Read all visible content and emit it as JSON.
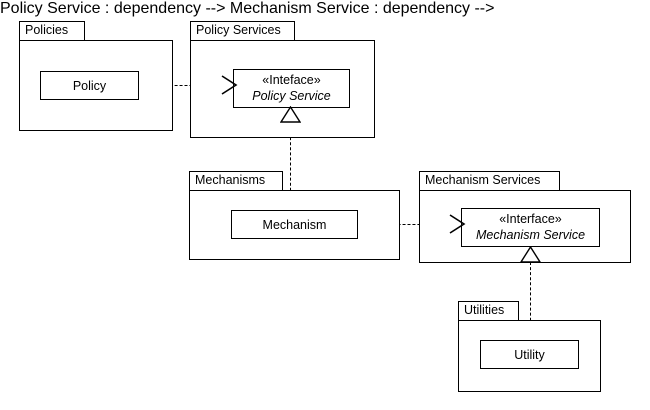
{
  "diagram": {
    "kind": "uml-package-diagram",
    "background_color": "#ffffff",
    "line_color": "#000000",
    "packages": [
      {
        "id": "policies",
        "label": "Policies"
      },
      {
        "id": "policy-services",
        "label": "Policy Services"
      },
      {
        "id": "mechanisms",
        "label": "Mechanisms"
      },
      {
        "id": "mechanism-services",
        "label": "Mechanism Services"
      },
      {
        "id": "utilities",
        "label": "Utilities"
      }
    ],
    "classes": [
      {
        "id": "policy",
        "name": "Policy",
        "stereotype": ""
      },
      {
        "id": "policy-service",
        "name": "Policy Service",
        "stereotype": "«Inteface»"
      },
      {
        "id": "mechanism",
        "name": "Mechanism",
        "stereotype": ""
      },
      {
        "id": "mechanism-service",
        "name": "Mechanism Service",
        "stereotype": "«Interface»"
      },
      {
        "id": "utility",
        "name": "Utility",
        "stereotype": ""
      }
    ],
    "relationships": [
      {
        "id": "policy-uses-policy-service",
        "type": "dependency",
        "from": "policy",
        "to": "policy-service"
      },
      {
        "id": "mechanism-realizes-policy-service",
        "type": "realization",
        "from": "mechanism",
        "to": "policy-service"
      },
      {
        "id": "mechanism-uses-mechanism-service",
        "type": "dependency",
        "from": "mechanism",
        "to": "mechanism-service"
      },
      {
        "id": "utility-realizes-mechanism-service",
        "type": "realization",
        "from": "utility",
        "to": "mechanism-service"
      }
    ]
  }
}
